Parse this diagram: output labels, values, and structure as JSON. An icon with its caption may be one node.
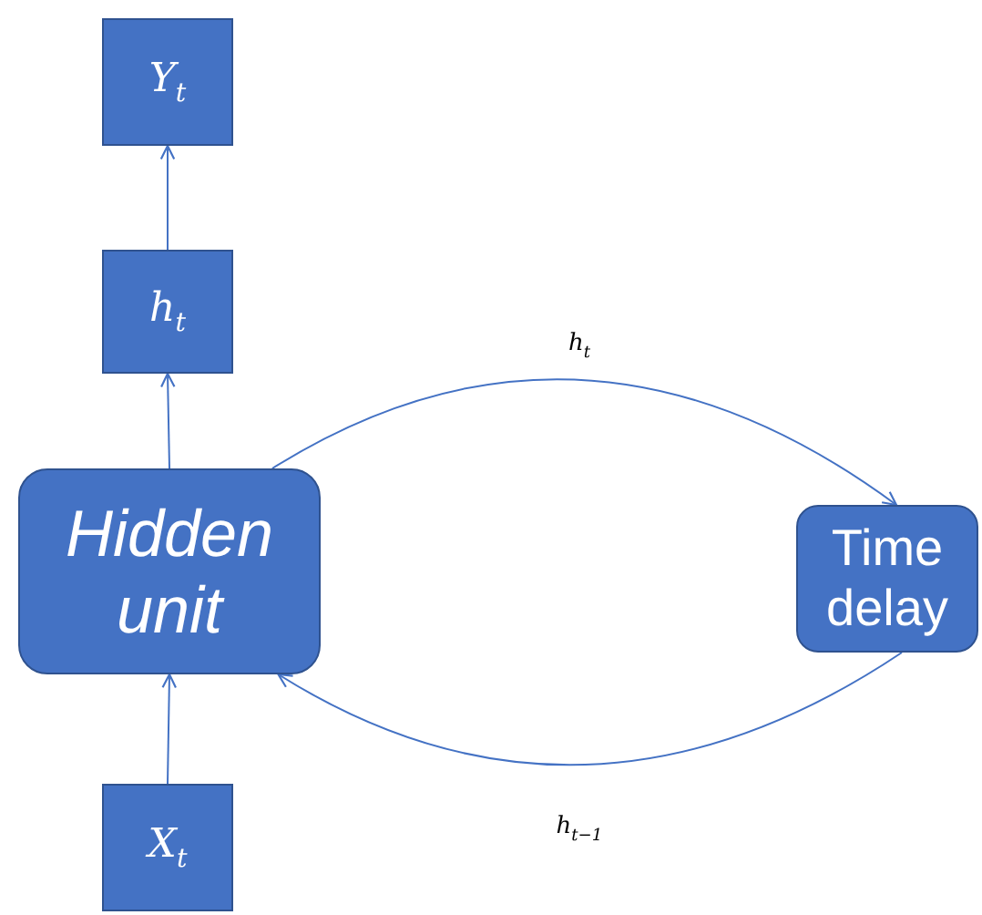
{
  "diagram": {
    "nodes": [
      {
        "text": [
          "Y$_{t}$"
        ]
      },
      {
        "text": [
          "h$_{t}$"
        ]
      },
      {
        "text": [
          "Hidden unit"
        ]
      },
      {
        "text": [
          "Time delay"
        ]
      },
      {
        "text": [
          "X$_{t}$"
        ]
      }
    ],
    "edges": [
      {
        "from": 4,
        "to": 2,
        "arrow": "to"
      },
      {
        "from": 2,
        "to": 1,
        "arrow": "to"
      },
      {
        "from": 1,
        "to": 0,
        "arrow": "to"
      },
      {
        "from": 2,
        "to": 3,
        "arrow": "to",
        "label": "h$_{t}$"
      },
      {
        "from": 3,
        "to": 2,
        "arrow": "to",
        "label": "h$_{t−1}$"
      }
    ]
  }
}
